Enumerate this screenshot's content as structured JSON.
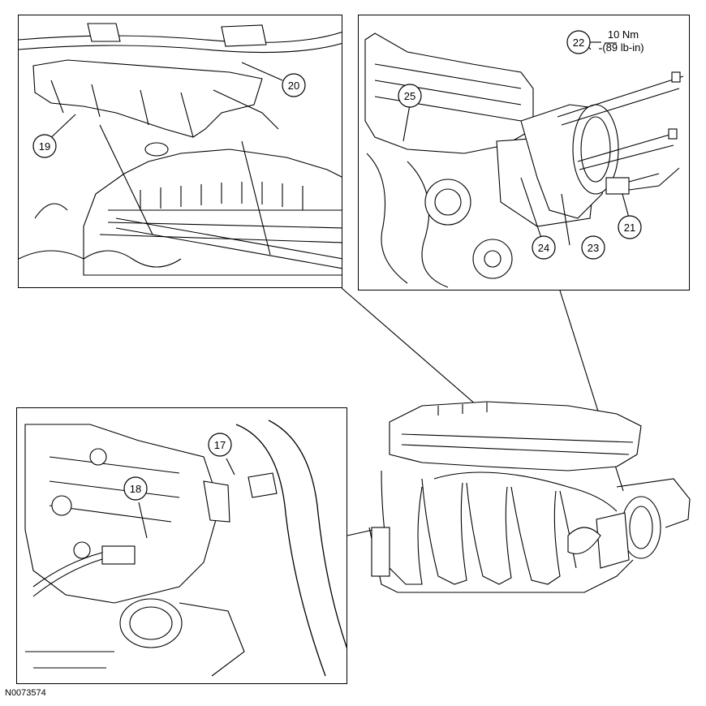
{
  "figure": {
    "id": "N0073574",
    "callouts": {
      "c17": "17",
      "c18": "18",
      "c19": "19",
      "c20": "20",
      "c21": "21",
      "c22": "22",
      "c23": "23",
      "c24": "24",
      "c25": "25"
    },
    "torque_spec": {
      "metric": "10 Nm",
      "imperial": "(89 lb-in)"
    },
    "panels": [
      "fuel-rail-detail",
      "throttle-body-detail",
      "hose-connector-detail",
      "engine-overview"
    ]
  },
  "colors": {
    "line": "#000000",
    "background": "#ffffff",
    "fill": "#ffffff"
  }
}
